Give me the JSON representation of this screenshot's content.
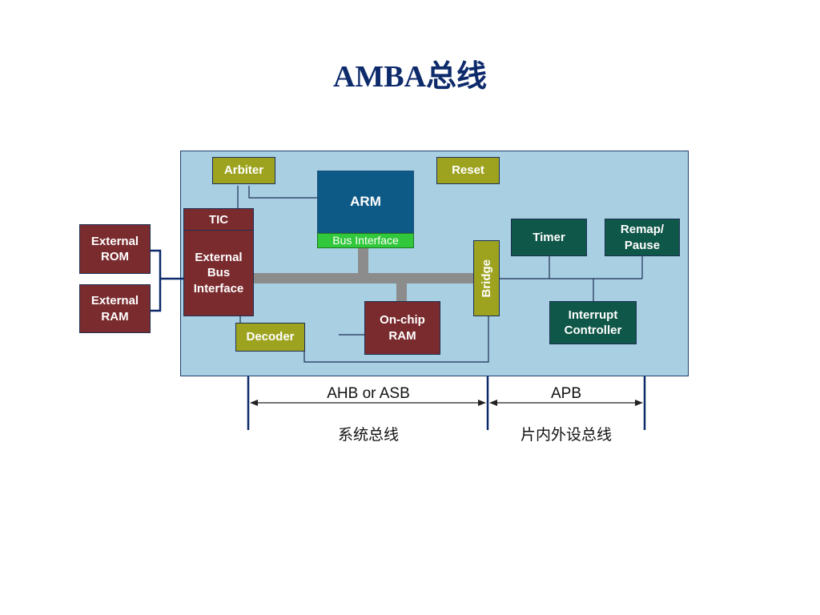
{
  "title": "AMBA总线",
  "blocks": {
    "arbiter": "Arbiter",
    "reset": "Reset",
    "arm": "ARM",
    "bus_interface": "Bus Interface",
    "tic": "TIC",
    "external_bus_interface": "External\nBus\nInterface",
    "external_rom": "External\nROM",
    "external_ram": "External\nRAM",
    "decoder": "Decoder",
    "on_chip_ram": "On-chip\nRAM",
    "bridge": "Bridge",
    "timer": "Timer",
    "remap_pause": "Remap/\nPause",
    "interrupt_controller": "Interrupt\nController"
  },
  "buses": {
    "system_bus": "AHB or ASB",
    "system_bus_cn": "系统总线",
    "peripheral_bus": "APB",
    "peripheral_bus_cn": "片内外设总线"
  },
  "colors": {
    "board": "#a9cfe2",
    "olive": "#9ea31f",
    "maroon": "#7a2b2e",
    "green": "#0f5748",
    "arm_blue": "#0d5a86",
    "bus_interface_green": "#32c83b",
    "bus_gray": "#8c8c8c",
    "title": "#0d2a6b"
  }
}
